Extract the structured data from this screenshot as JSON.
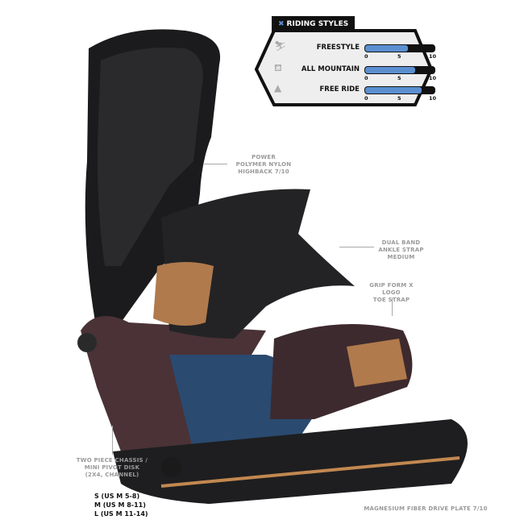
{
  "riding_styles": {
    "title": "RIDING STYLES",
    "scale": {
      "min": "0",
      "mid": "5",
      "max": "10"
    },
    "items": [
      {
        "label": "FREESTYLE",
        "value": 6,
        "icon": "freestyle-skier-icon"
      },
      {
        "label": "ALL MOUNTAIN",
        "value": 7,
        "icon": "chairlift-icon"
      },
      {
        "label": "FREE RIDE",
        "value": 8,
        "icon": "mountain-icon"
      }
    ],
    "accent": "#5b8fd0"
  },
  "callouts": {
    "highback": [
      "POWER",
      "POLYMER NYLON",
      "HIGHBACK 7/10"
    ],
    "ankle": [
      "DUAL BAND",
      "ANKLE STRAP",
      "MEDIUM"
    ],
    "toe": [
      "GRIP FORM X LOGO",
      "TOE STRAP"
    ],
    "chassis": [
      "TWO PIECE CHASSIS /",
      "MINI PIVOT DISK",
      "(2X4, CHANNEL)"
    ],
    "driveplate": "MAGNESIUM FIBER DRIVE PLATE 7/10"
  },
  "sizes": [
    "S (US M 5-8)",
    "M (US M 8-11)",
    "L (US M 11-14)"
  ]
}
